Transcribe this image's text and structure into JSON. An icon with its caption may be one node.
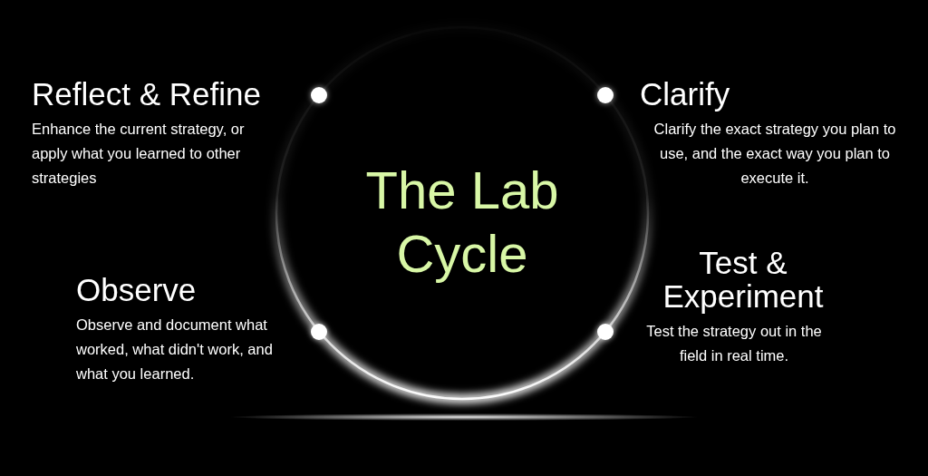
{
  "diagram": {
    "title": "The Lab Cycle",
    "nodes": [
      {
        "text": [
          "Reflect & Refine",
          "Enhance the current strategy, or apply what you learned to other strategies"
        ]
      },
      {
        "text": [
          "Clarify",
          "Clarify the exact strategy you plan to use, and the exact way you plan to execute it."
        ]
      },
      {
        "text": [
          "Observe",
          "Observe and document what worked, what didn't work, and what you learned."
        ]
      },
      {
        "text": [
          "Test & Experiment",
          "Test the strategy out in the field in real time."
        ]
      }
    ]
  }
}
